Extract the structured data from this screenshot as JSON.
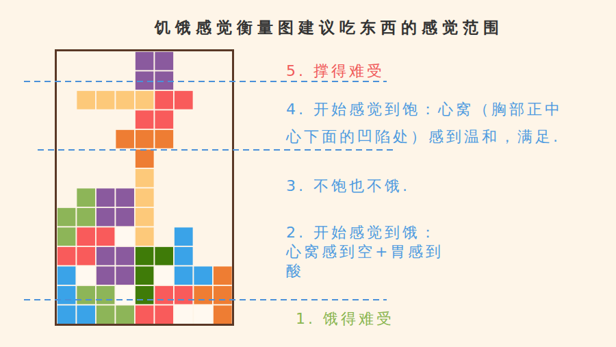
{
  "diagram": {
    "title": "饥饿感觉衡量图建议吃东西的感觉范围",
    "labels": [
      "5. 撑得难受",
      "4. 开始感觉到饱：心窝（胸部正中 心下面的凹陷处）感到温和，满足.",
      "3. 不饱也不饿.",
      "2. 开始感觉到饿： 心窝感到空+胃感到 酸",
      "1. 饿得难受"
    ]
  }
}
